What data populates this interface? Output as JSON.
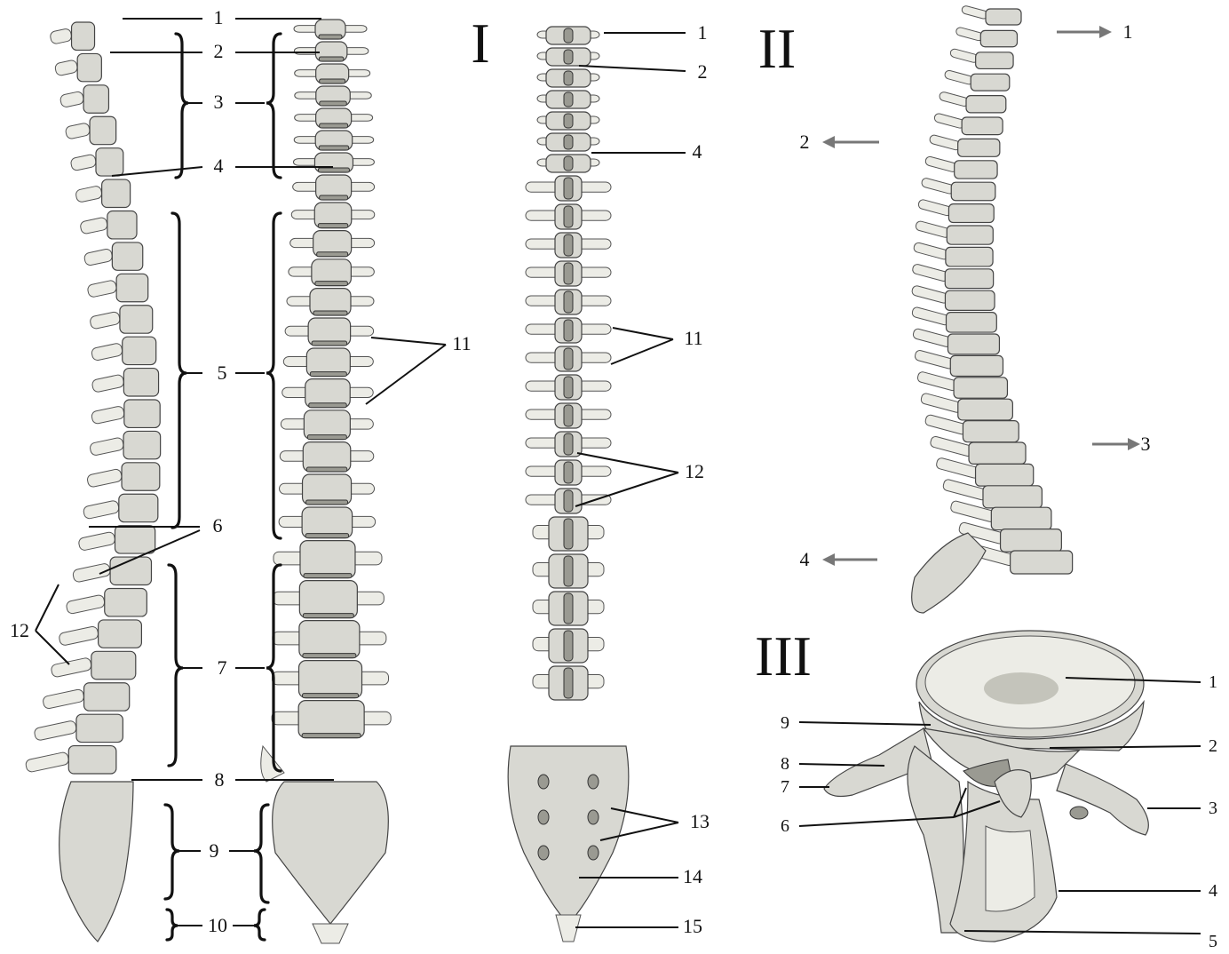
{
  "panels": {
    "I": {
      "roman": "I"
    },
    "II": {
      "roman": "II"
    },
    "III": {
      "roman": "III"
    }
  },
  "left_figure": {
    "labels": [
      "1",
      "2",
      "3",
      "4",
      "5",
      "6",
      "7",
      "8",
      "9",
      "10",
      "11",
      "12"
    ]
  },
  "posterior_view": {
    "labels": [
      "1",
      "2",
      "4",
      "11",
      "12",
      "13",
      "14",
      "15"
    ]
  },
  "lateral_curves": {
    "labels": [
      "1",
      "2",
      "3",
      "4"
    ]
  },
  "vertebra": {
    "labels": [
      "1",
      "2",
      "3",
      "4",
      "5",
      "6",
      "7",
      "8",
      "9"
    ]
  }
}
